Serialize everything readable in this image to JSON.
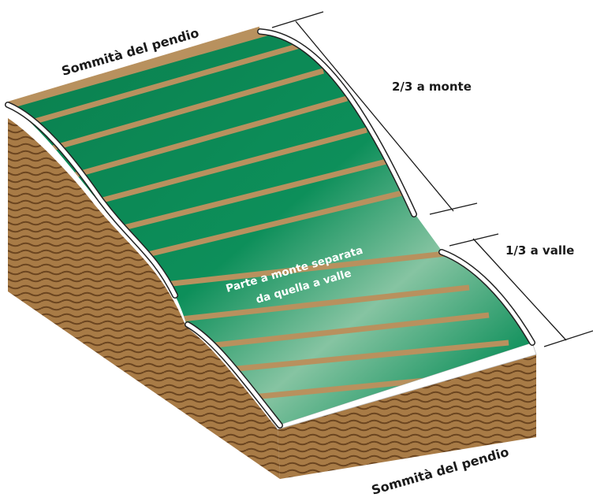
{
  "labels": {
    "top_crest": "Sommità del pendio",
    "bottom_crest": "Sommità del pendio",
    "upper_part": "2/3 a monte",
    "lower_part": "1/3 a valle",
    "middle_line1": "Parte a monte separata",
    "middle_line2": "da quella a valle"
  },
  "colors": {
    "grass": "#0b8a55",
    "grass_dark": "#0a6b45",
    "grass_light": "#7fbf9c",
    "strip": "#b8915e",
    "soil": "#a57a45",
    "soil_line": "#6e4a22",
    "barrier": "#ffffff"
  }
}
